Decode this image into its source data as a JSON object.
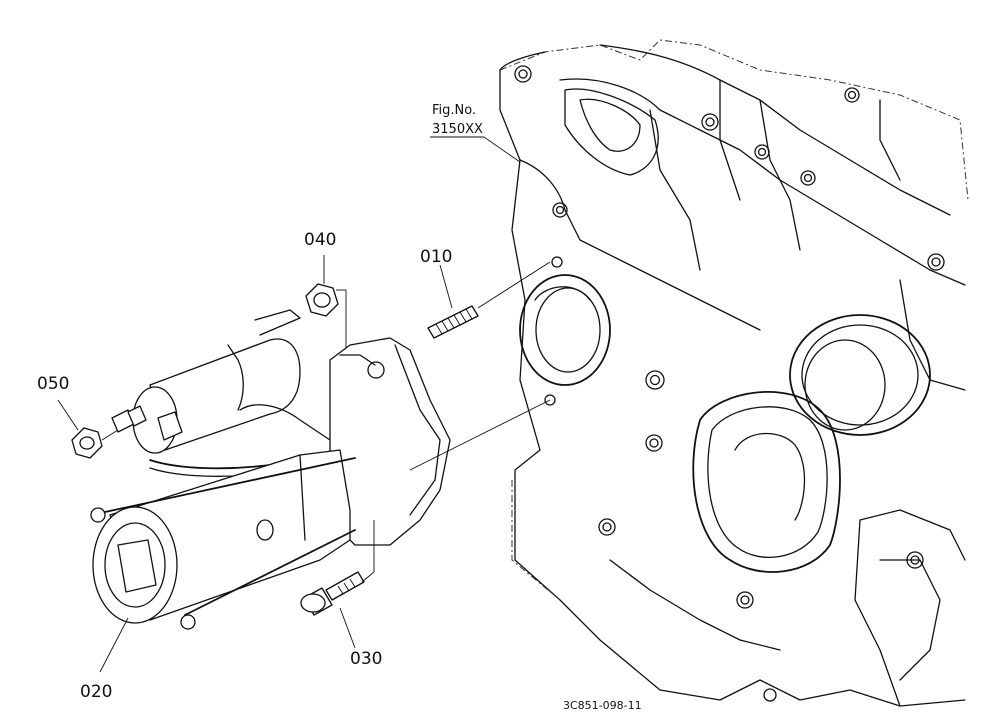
{
  "figure": {
    "fig_no_label": "Fig.No.",
    "fig_no_value": "3150XX",
    "drawing_code": "3C851-098-11"
  },
  "parts": [
    {
      "id": "010",
      "label": "010"
    },
    {
      "id": "020",
      "label": "020"
    },
    {
      "id": "030",
      "label": "030"
    },
    {
      "id": "040",
      "label": "040"
    },
    {
      "id": "050",
      "label": "050"
    }
  ]
}
